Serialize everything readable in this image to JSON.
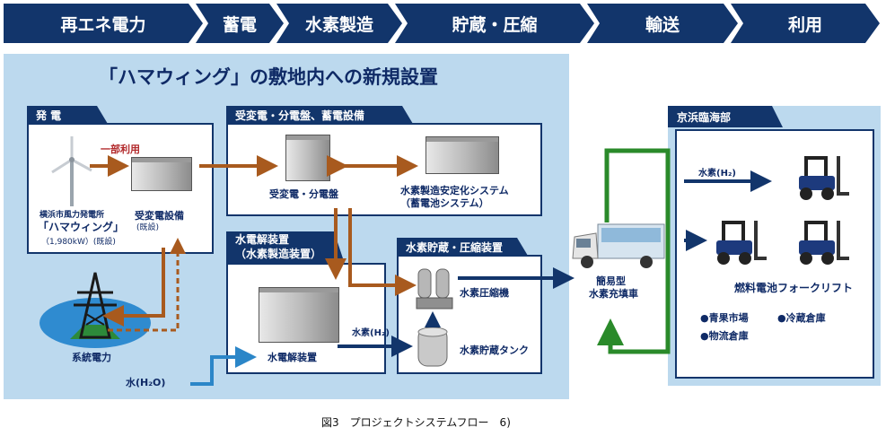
{
  "flow_steps": [
    "再エネ電力",
    "蓄電",
    "水素製造",
    "貯蔵・圧縮",
    "輸送",
    "利用"
  ],
  "main_title": "「ハマウィング」の敷地内への新規設置",
  "sections": {
    "generation": {
      "tab": "発 電",
      "partial_use": "一部利用",
      "wind_name_1": "横浜市風力発電所",
      "wind_name_2": "「ハマウィング」",
      "wind_name_3": "（1,980kW）(既設)",
      "substation": "受変電設備",
      "substation_note": "(既設)"
    },
    "grid": {
      "label": "系統電力"
    },
    "storage": {
      "tab": "受変電・分電盤、蓄電設備",
      "panel": "受変電・分電盤",
      "system_1": "水素製造安定化システム",
      "system_2": "（蓄電池システム）"
    },
    "electrolysis": {
      "tab_1": "水電解装置",
      "tab_2": "（水素製造装置）",
      "device": "水電解装置",
      "water": "水(H₂O)",
      "hydrogen": "水素(H₂)"
    },
    "compression": {
      "tab": "水素貯蔵・圧縮装置",
      "compressor": "水素圧縮機",
      "tank": "水素貯蔵タンク"
    },
    "transport": {
      "truck_1": "簡易型",
      "truck_2": "水素充填車"
    },
    "keihin": {
      "tab": "京浜臨海部",
      "hydrogen": "水素(H₂)",
      "forklift": "燃料電池フォークリフト",
      "use_1": "●青果市場",
      "use_2": "●冷蔵倉庫",
      "use_3": "●物流倉庫"
    }
  },
  "figure_caption": "図3　プロジェクトシステムフロー　6)",
  "colors": {
    "navy": "#12356b",
    "panel_blue": "#bcd9ee",
    "power_arrow": "#a85a1e",
    "water_arrow": "#2b86c8",
    "loop_green": "#2a8a2a"
  }
}
